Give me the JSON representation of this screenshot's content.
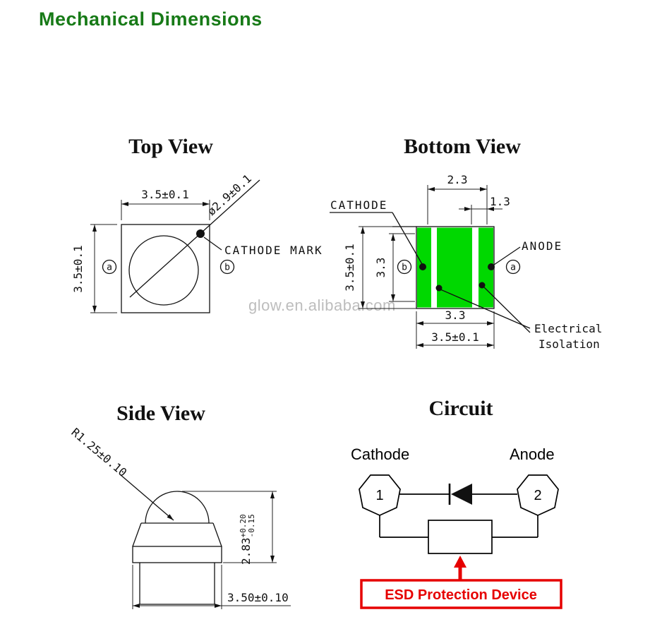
{
  "page": {
    "title": "Mechanical Dimensions",
    "watermark": "glow.en.alibaba.com"
  },
  "top_view": {
    "title": "Top View",
    "dim_width": "3.5±0.1",
    "dim_height": "3.5±0.1",
    "dim_lens": "ø2.9±0.1",
    "cathode_mark_label": "CATHODE MARK",
    "pad_a": "a",
    "pad_b": "b"
  },
  "bottom_view": {
    "title": "Bottom View",
    "cathode_label": "CATHODE",
    "anode_label": "ANODE",
    "dim_top": "2.3",
    "dim_gap": "1.3",
    "dim_height": "3.5±0.1",
    "dim_inner_height": "3.3",
    "dim_inner_width": "3.3",
    "dim_width": "3.5±0.1",
    "electrical_isolation_line1": "Electrical",
    "electrical_isolation_line2": "Isolation",
    "pad_a": "a",
    "pad_b": "b"
  },
  "side_view": {
    "title": "Side View",
    "dim_radius": "R1.25±0.10",
    "dim_height": "2.83",
    "dim_height_tol_plus": "+0.20",
    "dim_height_tol_minus": "-0.15",
    "dim_width": "3.50±0.10"
  },
  "circuit": {
    "title": "Circuit",
    "cathode_label": "Cathode",
    "anode_label": "Anode",
    "pin1": "1",
    "pin2": "2",
    "esd_label": "ESD Protection Device"
  },
  "colors": {
    "title_green": "#177a17",
    "pad_green": "#00d800",
    "esd_red": "#e60000",
    "watermark_gray": "#bdbdbd",
    "line_black": "#111111"
  }
}
